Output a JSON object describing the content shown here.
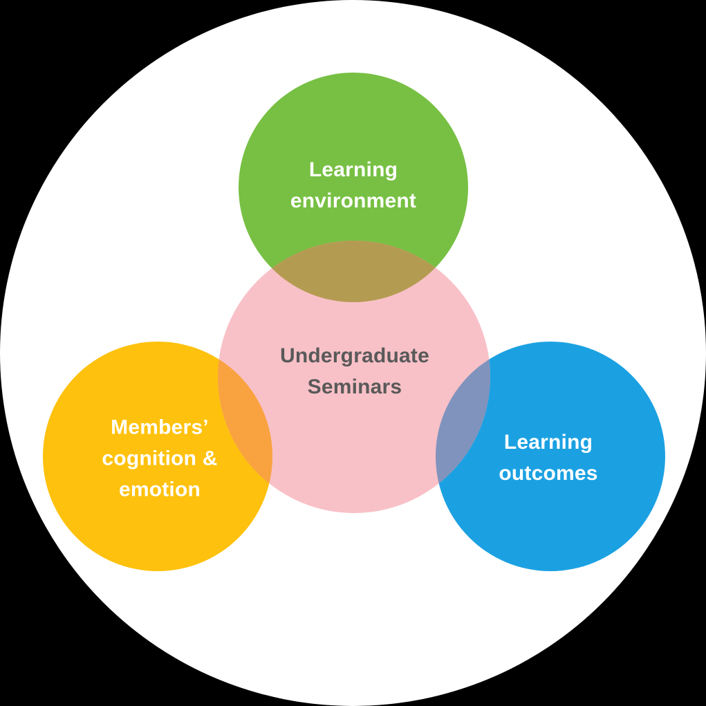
{
  "colors": {
    "page_background": "#000000",
    "outer_circle": "#ffffff",
    "center_circle": "#f8c1c7",
    "top_circle": "#77c043",
    "left_circle": "#fec10d",
    "right_circle": "#1ba1e2",
    "top_center_overlap": "#b49b52",
    "left_center_overlap": "#f9a240",
    "right_center_overlap": "#8093bd",
    "center_text": "#595959",
    "satellite_text": "#ffffff"
  },
  "labels": {
    "center": {
      "label": "Undergraduate Seminars",
      "lines": [
        "Undergraduate",
        "Seminars"
      ]
    },
    "top": {
      "label": "Learning environment",
      "lines": [
        "Learning",
        "environment"
      ]
    },
    "left": {
      "label": "Members’ cognition & emotion",
      "lines": [
        "Members’",
        "cognition &",
        "emotion"
      ]
    },
    "right": {
      "label": "Learning outcomes",
      "lines": [
        "Learning",
        "outcomes"
      ]
    }
  }
}
